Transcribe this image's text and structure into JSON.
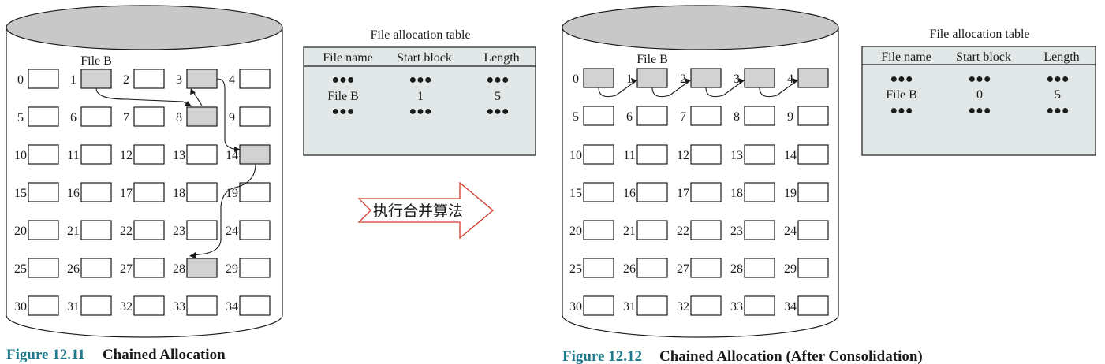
{
  "left": {
    "file_label": "File B",
    "highlighted": [
      1,
      8,
      3,
      14,
      28
    ],
    "chain": [
      1,
      8,
      3,
      14,
      28
    ],
    "table": {
      "title": "File allocation table",
      "headers": [
        "File name",
        "Start block",
        "Length"
      ],
      "row": [
        "File B",
        "1",
        "5"
      ]
    },
    "caption_num": "Figure 12.11",
    "caption_text": "Chained Allocation"
  },
  "right": {
    "file_label": "File B",
    "highlighted": [
      0,
      1,
      2,
      3,
      4
    ],
    "chain": [
      0,
      1,
      2,
      3,
      4
    ],
    "table": {
      "title": "File allocation table",
      "headers": [
        "File name",
        "Start block",
        "Length"
      ],
      "row": [
        "File B",
        "0",
        "5"
      ]
    },
    "caption_num": "Figure 12.12",
    "caption_text": "Chained Allocation (After Consolidation)"
  },
  "arrow_label": "执行合并算法",
  "ellipsis": "●●●",
  "colors": {
    "cylinder_top": "#c8c8c8",
    "block_fill": "#d2d2d2",
    "table_fill": "#e2e8e8",
    "arrow_stroke": "#d23b2a",
    "caption": "#1f7a8c"
  }
}
